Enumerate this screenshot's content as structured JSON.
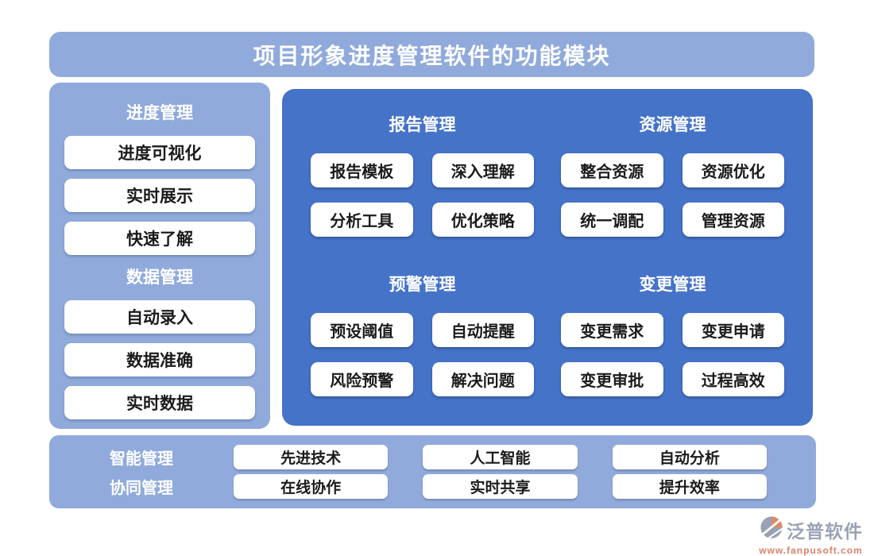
{
  "header": {
    "title": "项目形象进度管理软件的功能模块"
  },
  "colors": {
    "light_blue": "#90AADB",
    "dark_blue": "#4573C8",
    "button_bg": "#FFFFFF",
    "button_text": "#1B1B1B",
    "logo_gray": "#9AA3B5",
    "logo_orange": "#D9826A"
  },
  "sidebar": {
    "sections": [
      {
        "title": "进度管理",
        "items": [
          "进度可视化",
          "实时展示",
          "快速了解"
        ]
      },
      {
        "title": "数据管理",
        "items": [
          "自动录入",
          "数据准确",
          "实时数据"
        ]
      }
    ]
  },
  "main": {
    "sections": [
      {
        "title": "报告管理",
        "items": [
          "报告模板",
          "深入理解",
          "分析工具",
          "优化策略"
        ]
      },
      {
        "title": "资源管理",
        "items": [
          "整合资源",
          "资源优化",
          "统一调配",
          "管理资源"
        ]
      },
      {
        "title": "预警管理",
        "items": [
          "预设阈值",
          "自动提醒",
          "风险预警",
          "解决问题"
        ]
      },
      {
        "title": "变更管理",
        "items": [
          "变更需求",
          "变更申请",
          "变更审批",
          "过程高效"
        ]
      }
    ]
  },
  "footer": {
    "rows": [
      {
        "label": "智能管理",
        "items": [
          "先进技术",
          "人工智能",
          "自动分析"
        ]
      },
      {
        "label": "协同管理",
        "items": [
          "在线协作",
          "实时共享",
          "提升效率"
        ]
      }
    ]
  },
  "logo": {
    "name": "泛普软件",
    "url": "www.fanpusoft.com"
  }
}
